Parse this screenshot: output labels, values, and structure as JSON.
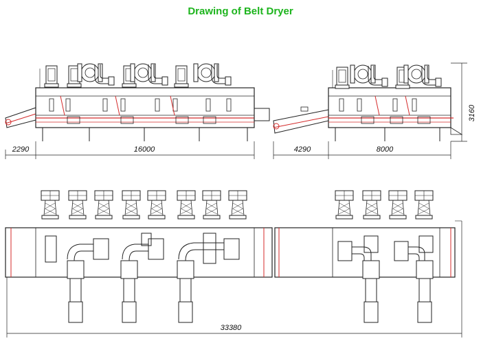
{
  "title": "Drawing of Belt Dryer",
  "colors": {
    "title": "#1db41d",
    "line": "#222222",
    "red": "#d42a2a"
  },
  "dimensions": {
    "left_end": "2290",
    "left_body": "16000",
    "right_end": "4290",
    "right_body": "8000",
    "height": "3160",
    "total": "33380"
  }
}
